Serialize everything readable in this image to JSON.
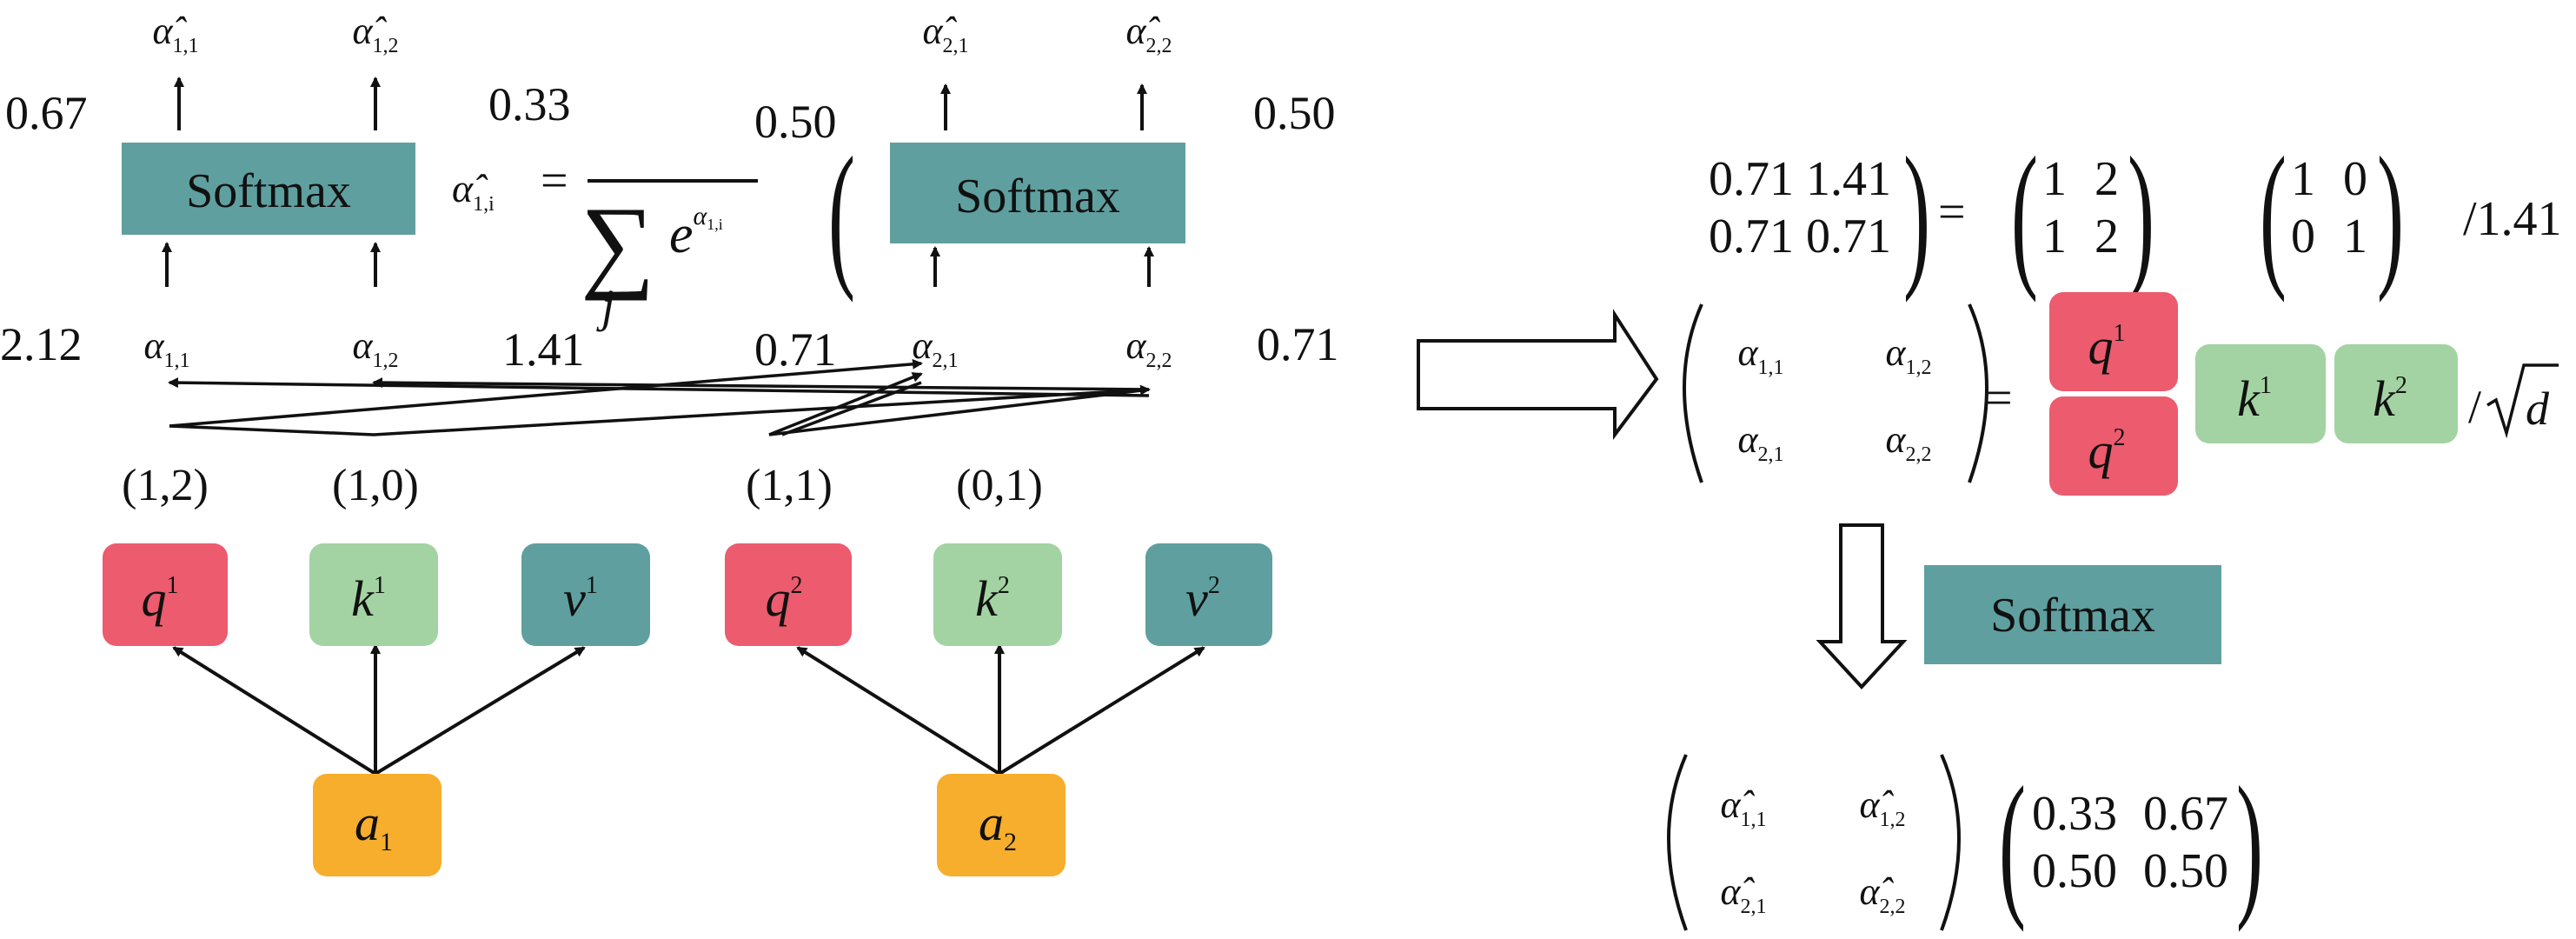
{
  "colors": {
    "query": "#ec5b6e",
    "key": "#a3d3a2",
    "value": "#5f9f9f",
    "input": "#f7ae2c",
    "softmax": "#5f9f9f",
    "line": "#111111"
  },
  "inputs": [
    {
      "symbol": "a",
      "sub": "1"
    },
    {
      "symbol": "a",
      "sub": "2"
    }
  ],
  "vectors": [
    {
      "symbol": "q",
      "sup": "1",
      "role": "query"
    },
    {
      "symbol": "k",
      "sup": "1",
      "role": "key"
    },
    {
      "symbol": "v",
      "sup": "1",
      "role": "value"
    },
    {
      "symbol": "q",
      "sup": "2",
      "role": "query"
    },
    {
      "symbol": "k",
      "sup": "2",
      "role": "key"
    },
    {
      "symbol": "v",
      "sup": "2",
      "role": "value"
    }
  ],
  "vector_values": [
    "(1,2)",
    "(1,0)",
    "(1,1)",
    "(0,1)"
  ],
  "softmax_label": "Softmax",
  "scores": {
    "a11": {
      "sym": "α",
      "sub": "1,1"
    },
    "a12": {
      "sym": "α",
      "sub": "1,2"
    },
    "a21": {
      "sym": "α",
      "sub": "2,1"
    },
    "a22": {
      "sym": "α",
      "sub": "2,2"
    }
  },
  "hats": {
    "h11": {
      "sym": "α̂",
      "sub": "1,1"
    },
    "h12": {
      "sym": "α̂",
      "sub": "1,2"
    },
    "h21": {
      "sym": "α̂",
      "sub": "2,1"
    },
    "h22": {
      "sym": "α̂",
      "sub": "2,2"
    },
    "h1i": {
      "sym": "α̂",
      "sub": "1,i"
    }
  },
  "numbers": {
    "score_a11": "2.12",
    "score_a12": "1.41",
    "score_a21": "0.71",
    "score_a22": "0.71",
    "out_left_1": "0.67",
    "out_left_2": "0.33",
    "out_right_1": "0.50",
    "out_right_2": "0.50"
  },
  "formula": {
    "eq": "=",
    "sum": "∑",
    "sum_index": "j",
    "exp_base": "e",
    "exp_power": "α",
    "exp_sub": "1,i"
  },
  "right_panel": {
    "matrix_top": [
      [
        "0.71",
        "1.41"
      ],
      [
        "0.71",
        "0.71"
      ]
    ],
    "matrix_q": [
      [
        "1",
        "2"
      ],
      [
        "1",
        "2"
      ]
    ],
    "matrix_k": [
      [
        "1",
        "0"
      ],
      [
        "0",
        "1"
      ]
    ],
    "divide": "/1.41",
    "equals": "=",
    "scale_prefix": "/",
    "scale_sym": "d",
    "result": [
      [
        "0.33",
        "0.67"
      ],
      [
        "0.50",
        "0.50"
      ]
    ]
  }
}
